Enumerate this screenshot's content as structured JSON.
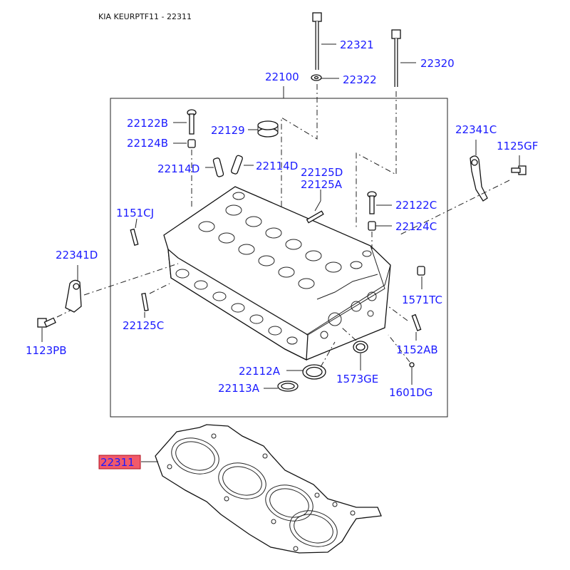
{
  "header": {
    "title": "KIA KEURPTF11 - 22311"
  },
  "labels": {
    "p22321": "22321",
    "p22320": "22320",
    "p22322": "22322",
    "p22100": "22100",
    "p22122B": "22122B",
    "p22124B": "22124B",
    "p22129": "22129",
    "p22114D_a": "22114D",
    "p22114D_b": "22114D",
    "p22125D": "22125D",
    "p22125A": "22125A",
    "p22341C": "22341C",
    "p1125GF": "1125GF",
    "p1151CJ": "1151CJ",
    "p22122C": "22122C",
    "p22124C": "22124C",
    "p22341D": "22341D",
    "p1571TC": "1571TC",
    "p22125C": "22125C",
    "p1152AB": "1152AB",
    "p1123PB": "1123PB",
    "p22112A": "22112A",
    "p1573GE": "1573GE",
    "p22113A": "22113A",
    "p1601DG": "1601DG",
    "p22311": "22311"
  },
  "highlight": {
    "part": "22311",
    "color": "#f25a6a"
  }
}
